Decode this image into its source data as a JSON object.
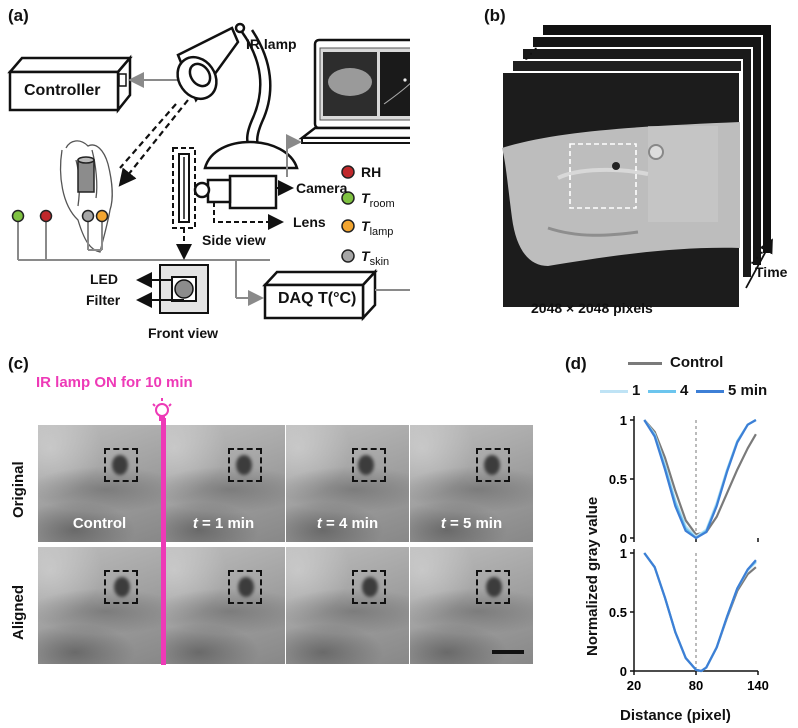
{
  "panel_a": {
    "label": "(a)",
    "ir_lamp": "IR lamp",
    "controller": "Controller",
    "camera": "Camera",
    "lens": "Lens",
    "side_view": "Side view",
    "front_view": "Front view",
    "led": "LED",
    "filter": "Filter",
    "daq": "DAQ T(°C)",
    "legend": [
      {
        "main": "RH",
        "sub": "",
        "color": "#c0282b"
      },
      {
        "main": "T",
        "sub": "room",
        "color": "#7fc241"
      },
      {
        "main": "T",
        "sub": "lamp",
        "color": "#f2a530"
      },
      {
        "main": "T",
        "sub": "skin",
        "color": "#a6a6a6"
      }
    ]
  },
  "panel_b": {
    "label": "(b)",
    "pixels": "2048 × 2048 pixels",
    "time": "Time"
  },
  "panel_c": {
    "label": "(c)",
    "ir_note": "IR lamp ON for 10 min",
    "row_original": "Original",
    "row_aligned": "Aligned",
    "columns": [
      {
        "t": "",
        "text": "Control"
      },
      {
        "t": "t",
        "text": " = 1 min"
      },
      {
        "t": "t",
        "text": " = 4 min"
      },
      {
        "t": "t",
        "text": " = 5 min"
      }
    ]
  },
  "panel_d": {
    "label": "(d)",
    "legend_control": "Control",
    "legend_1": "1",
    "legend_4": "4",
    "legend_5": "5 min",
    "colors": {
      "control": "#7a7a7a",
      "m1": "#bfe3f5",
      "m4": "#6cc5ee",
      "m5": "#3d7fd6"
    },
    "ylabel": "Normalized gray value",
    "xlabel": "Distance (pixel)",
    "yticks": [
      "1",
      "0.5",
      "0"
    ],
    "xticks": [
      "20",
      "80",
      "140"
    ]
  },
  "chart_data": [
    {
      "type": "line",
      "xlim": [
        20,
        140
      ],
      "ylim": [
        0,
        1
      ],
      "series": [
        {
          "name": "Control",
          "x": [
            30,
            40,
            50,
            60,
            70,
            80,
            90,
            100,
            110,
            120,
            130,
            138
          ],
          "values": [
            1.0,
            0.9,
            0.68,
            0.4,
            0.15,
            0.03,
            0.05,
            0.18,
            0.38,
            0.58,
            0.76,
            0.88
          ]
        },
        {
          "name": "1",
          "x": [
            30,
            40,
            50,
            60,
            70,
            80,
            90,
            100,
            110,
            120,
            130,
            138
          ],
          "values": [
            1.0,
            0.88,
            0.62,
            0.32,
            0.1,
            0.01,
            0.07,
            0.3,
            0.58,
            0.82,
            0.96,
            1.0
          ]
        },
        {
          "name": "4",
          "x": [
            30,
            40,
            50,
            60,
            70,
            80,
            90,
            100,
            110,
            120,
            130,
            138
          ],
          "values": [
            1.0,
            0.87,
            0.6,
            0.3,
            0.08,
            0.0,
            0.06,
            0.28,
            0.57,
            0.82,
            0.96,
            1.0
          ]
        },
        {
          "name": "5 min",
          "x": [
            30,
            40,
            50,
            60,
            70,
            80,
            90,
            100,
            110,
            120,
            130,
            138
          ],
          "values": [
            1.0,
            0.86,
            0.58,
            0.27,
            0.06,
            0.0,
            0.05,
            0.27,
            0.56,
            0.81,
            0.96,
            1.0
          ]
        }
      ]
    },
    {
      "type": "line",
      "xlim": [
        20,
        140
      ],
      "ylim": [
        0,
        1
      ],
      "series": [
        {
          "name": "Control",
          "x": [
            30,
            40,
            50,
            60,
            70,
            80,
            85,
            90,
            100,
            110,
            120,
            130,
            138
          ],
          "values": [
            1.0,
            0.88,
            0.62,
            0.33,
            0.11,
            0.01,
            0.0,
            0.03,
            0.2,
            0.45,
            0.68,
            0.82,
            0.88
          ]
        },
        {
          "name": "1",
          "x": [
            30,
            40,
            50,
            60,
            70,
            80,
            85,
            90,
            100,
            110,
            120,
            130,
            138
          ],
          "values": [
            1.0,
            0.88,
            0.62,
            0.33,
            0.11,
            0.01,
            0.0,
            0.03,
            0.2,
            0.46,
            0.7,
            0.85,
            0.92
          ]
        },
        {
          "name": "4",
          "x": [
            30,
            40,
            50,
            60,
            70,
            80,
            85,
            90,
            100,
            110,
            120,
            130,
            138
          ],
          "values": [
            1.0,
            0.88,
            0.62,
            0.33,
            0.11,
            0.01,
            0.0,
            0.03,
            0.2,
            0.46,
            0.7,
            0.86,
            0.93
          ]
        },
        {
          "name": "5 min",
          "x": [
            30,
            40,
            50,
            60,
            70,
            80,
            85,
            90,
            100,
            110,
            120,
            130,
            138
          ],
          "values": [
            1.0,
            0.88,
            0.62,
            0.33,
            0.11,
            0.01,
            0.0,
            0.03,
            0.2,
            0.46,
            0.7,
            0.86,
            0.94
          ]
        }
      ]
    }
  ]
}
